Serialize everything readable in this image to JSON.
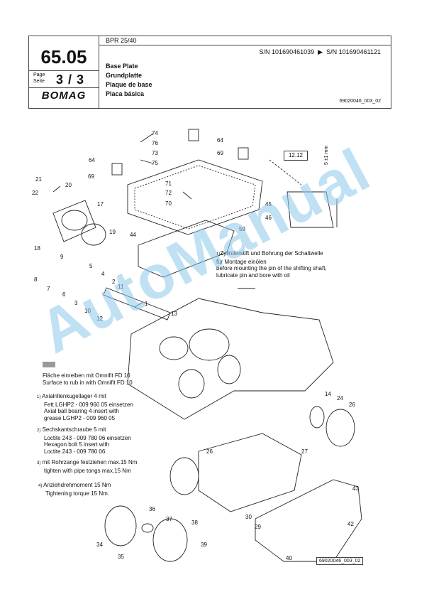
{
  "header": {
    "number": "65.05",
    "page_label_de": "Page",
    "page_label_fr": "Seite",
    "page_value": "3 / 3",
    "logo": "BOMAG",
    "model": "BPR 25/40",
    "serial_from": "S/N 101690461039",
    "serial_to": "S/N 101690461121",
    "title_en": "Base Plate",
    "title_de": "Grundplatte",
    "title_fr": "Plaque de base",
    "title_es": "Placa básica",
    "doc_number": "69020046_003_02"
  },
  "detail_ref": "12.12",
  "detail_dim": "5 ±1 mm",
  "notes": {
    "pin_de1": "Zylinderstift und Bohrung der Schaltwelle",
    "pin_de2": "für Montage einölen",
    "pin_en1": "before mounting the pin of the shifting shaft,",
    "pin_en2": "lubricate pin and bore with oil",
    "surface_de": "Fläche einreiben mit Omnifit FD 10",
    "surface_en": "Surface to rub in with Omnifit FD 10",
    "n1_l1": "Axialrillenkugellager 4 mit",
    "n1_l2": "Fett LGHP2 - 009 960 05 einsetzen",
    "n1_l3": "Axial ball bearing 4 insert  with",
    "n1_l4": "grease LGHP2 - 009 960 05",
    "n2_l1": "Sechskantschraube 5 mit",
    "n2_l2": "Loctite 243 - 009 780 06 einsetzen",
    "n2_l3": "Hexagon bolt 5 insert  with",
    "n2_l4": "Loctite 243 - 009 780 06",
    "n3_l1": "mit Rohrzange festziehen max.15 Nm",
    "n3_l2": "tighten with pipe tongs max.15 Nm",
    "n4_l1": "Anziehdrehmoment 15 Nm",
    "n4_l2": "Tightening torque 15 Nm."
  },
  "note_marks": {
    "m1": "1)",
    "m2": "2)",
    "m3": "3)",
    "m4": "4)"
  },
  "callouts": [
    "74",
    "76",
    "73",
    "75",
    "64",
    "69",
    "64",
    "69",
    "71",
    "72",
    "70",
    "45",
    "46",
    "21",
    "22",
    "20",
    "17",
    "19",
    "18",
    "44",
    "59",
    "9",
    "8",
    "5",
    "4",
    "7",
    "6",
    "2",
    "3",
    "11",
    "10",
    "12",
    "1",
    "13",
    "14",
    "24",
    "26",
    "26",
    "27",
    "43",
    "42",
    "36",
    "37",
    "38",
    "34",
    "35",
    "39",
    "30",
    "29",
    "40"
  ],
  "watermark": "AutoManual",
  "footer_code": "69020046_003_02"
}
